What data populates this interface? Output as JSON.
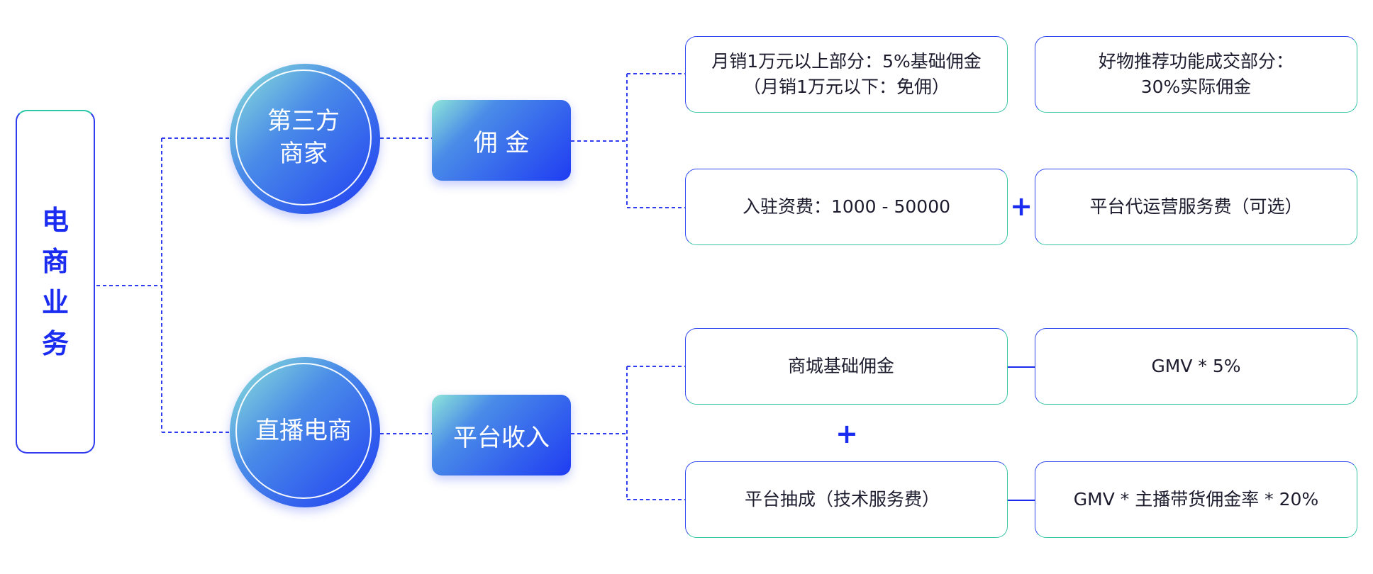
{
  "root": {
    "label": "电商业务"
  },
  "branches": [
    {
      "circle_label": "第三方\n商家",
      "category_label": "佣 金"
    },
    {
      "circle_label": "直播电商",
      "category_label": "平台收入"
    }
  ],
  "boxes": {
    "third_party_commission": "月销1万元以上部分：5%基础佣金\n（月销1万元以下：免佣）",
    "recommend_commission": "好物推荐功能成交部分：\n30%实际佣金",
    "entry_fee": "入驻资费：1000 - 50000",
    "operation_fee": "平台代运营服务费（可选）",
    "mall_commission": "商城基础佣金",
    "mall_formula": "GMV * 5%",
    "platform_cut": "平台抽成（技术服务费）",
    "platform_formula": "GMV * 主播带货佣金率 * 20%"
  },
  "symbols": {
    "plus_1": "+",
    "plus_2": "+"
  },
  "colors": {
    "primary_blue": "#1a2cf0",
    "teal": "#3cc6a8",
    "connector": "#2f3cf0"
  }
}
